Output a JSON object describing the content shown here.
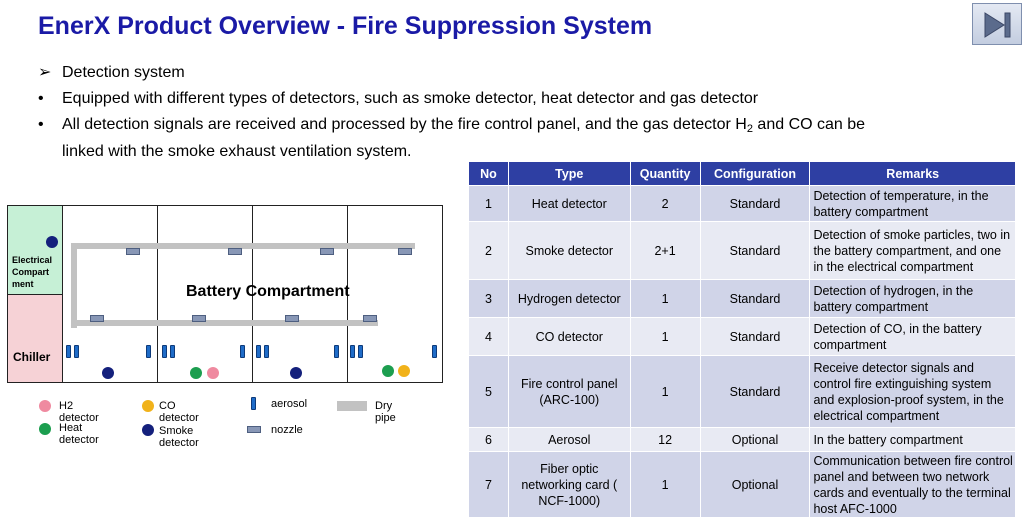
{
  "page": {
    "title": "EnerX Product Overview - Fire Suppression System",
    "nav_icon": "play-skip-icon"
  },
  "bullets": [
    {
      "mark": "➢",
      "text": "Detection system"
    },
    {
      "mark": "•",
      "text": "Equipped with different types of detectors, such as smoke detector, heat detector and gas detector"
    },
    {
      "mark": "•",
      "text_before": "All detection signals are received and processed by the fire control panel, and the gas detector  H",
      "sub": "2",
      "text_after": " and CO can be",
      "continuation": "linked with the smoke exhaust ventilation system."
    }
  ],
  "diagram": {
    "electrical_label": "Electrical Compart ment",
    "electrical_lines": [
      "Electrical",
      "Compart",
      "ment"
    ],
    "chiller_label": "Chiller",
    "battery_label": "Battery Compartment",
    "colors": {
      "smoke": "#14207c",
      "heat": "#1c9e4f",
      "h2": "#ef8aa0",
      "co": "#f1b21a",
      "aerosol": "#1f6cc8",
      "nozzle": "#8897b6",
      "pipe": "#c2c2c2",
      "electrical_bg": "#c6f0d6",
      "chiller_bg": "#f6d2d6"
    }
  },
  "legend": {
    "h2": "H2 detector",
    "co": "CO detector",
    "aerosol": "aerosol",
    "dry_pipe": "Dry pipe",
    "heat": "Heat detector",
    "smoke": "Smoke detector",
    "nozzle": "nozzle"
  },
  "table": {
    "headers": [
      "No",
      "Type",
      "Quantity",
      "Configuration",
      "Remarks"
    ],
    "header_color": "#2e3fa3",
    "rows": [
      {
        "no": "1",
        "type": "Heat detector",
        "quantity": "2",
        "configuration": "Standard",
        "remarks": "Detection of temperature, in the battery compartment"
      },
      {
        "no": "2",
        "type": "Smoke detector",
        "quantity": "2+1",
        "configuration": "Standard",
        "remarks": "Detection of smoke particles, two in the battery compartment, and one in the electrical compartment"
      },
      {
        "no": "3",
        "type": "Hydrogen detector",
        "quantity": "1",
        "configuration": "Standard",
        "remarks": "Detection of hydrogen, in the battery compartment"
      },
      {
        "no": "4",
        "type": "CO detector",
        "quantity": "1",
        "configuration": "Standard",
        "remarks": "Detection of CO, in the battery compartment"
      },
      {
        "no": "5",
        "type": "Fire control panel (ARC-100)",
        "quantity": "1",
        "configuration": "Standard",
        "remarks": "Receive detector signals and control fire extinguishing system and explosion-proof system, in the electrical compartment"
      },
      {
        "no": "6",
        "type": "Aerosol",
        "quantity": "12",
        "configuration": "Optional",
        "remarks": "In the battery compartment"
      },
      {
        "no": "7",
        "type": "Fiber optic networking card ( NCF-1000)",
        "quantity": "1",
        "configuration": "Optional",
        "remarks": "Communication between fire control panel and between two network cards and eventually to the terminal host AFC-1000"
      }
    ]
  }
}
